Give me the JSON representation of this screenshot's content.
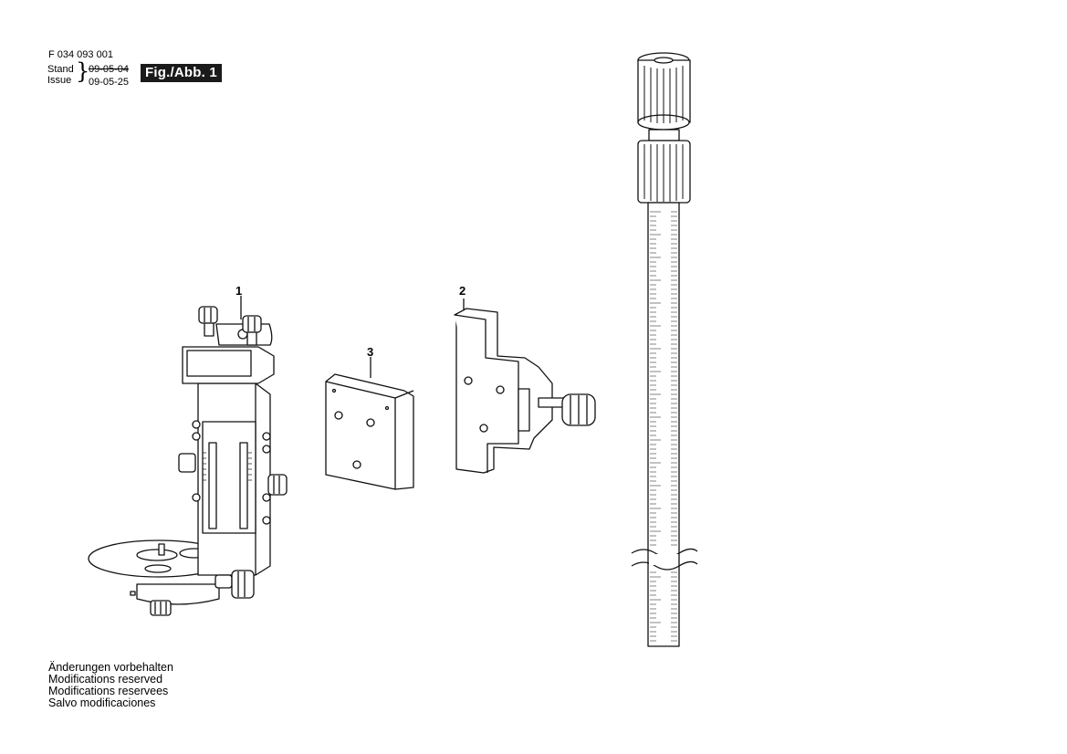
{
  "header": {
    "doc_number": "F 034 093 001",
    "stand_label": "Stand",
    "issue_label": "Issue",
    "date_old": "09-05-04",
    "date_new": "09-05-25",
    "fig_label": "Fig./Abb. 1"
  },
  "parts": [
    {
      "number": "1"
    },
    {
      "number": "2"
    },
    {
      "number": "3"
    }
  ],
  "footer": {
    "lines": [
      "Änderungen vorbehalten",
      "Modifications reserved",
      "Modifications reservees",
      "Salvo modificaciones"
    ]
  }
}
